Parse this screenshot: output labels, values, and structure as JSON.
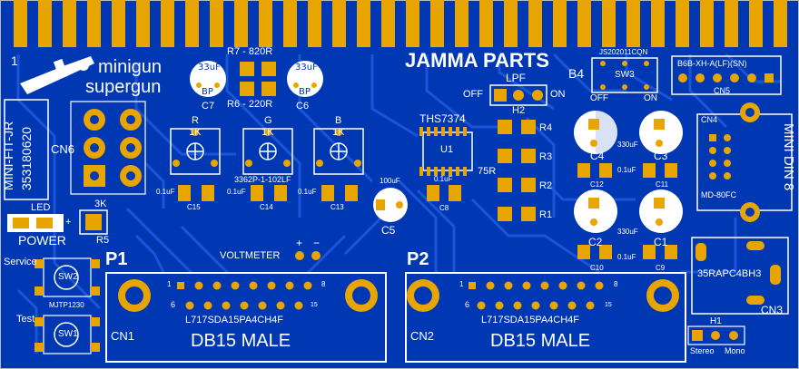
{
  "board": {
    "title": "JAMMA PARTS",
    "edge_pin_label": "1",
    "brand_line1": "minigun",
    "brand_line2": "supergun"
  },
  "labels": {
    "r7": "R7 - 820R",
    "r6": "R6 - 220R",
    "c7_val": "33uF",
    "c7_bp": "BP",
    "c7": "C7",
    "c6_val": "33uF",
    "c6_bp": "BP",
    "c6": "C6",
    "minifit_line1": "MINI-FIT-JR",
    "minifit_line2": "353180620",
    "cn6": "CN6",
    "pot_r": "R",
    "pot_g": "G",
    "pot_b": "B",
    "pot_val": "1K",
    "pot_part": "3362P-1-102LF",
    "cap_01": "0.1uF",
    "c15": "C15",
    "c14": "C14",
    "c13": "C13",
    "led": "LED",
    "led_3k": "3K",
    "power": "POWER",
    "r5": "R5",
    "ths": "THS7374",
    "u1": "U1",
    "c5_val": "100uF",
    "c5": "C5",
    "c8": "C8",
    "r75": "75R",
    "lpf": "LPF",
    "off": "OFF",
    "on": "ON",
    "h2": "H2",
    "r4": "R4",
    "r3": "R3",
    "r2": "R2",
    "r1": "R1",
    "b4": "B4",
    "js": "JS202011CQN",
    "sw3": "SW3",
    "b6b": "B6B-XH-A(LF)(SN)",
    "cn5": "CN5",
    "c4": "C4",
    "c3": "C3",
    "c2": "C2",
    "c1": "C1",
    "cap330": "330uF",
    "c12": "C12",
    "c11": "C11",
    "c10": "C10",
    "c9": "C9",
    "cn4": "CN4",
    "mini_din": "MINI DIN 8",
    "md80": "MD-80FC",
    "service": "Service",
    "test": "Test",
    "sw2": "SW2",
    "sw1": "SW1",
    "mjtp": "MJTP1230",
    "p1": "P1",
    "p2": "P2",
    "voltmeter": "VOLTMETER",
    "plus": "+",
    "minus": "−",
    "db15_pin1": "1",
    "db15_pin8": "8",
    "db15_pin6": "6",
    "db15_pin15": "15",
    "db15_part": "L717SDA15PA4CH4F",
    "db15_male": "DB15 MALE",
    "cn1": "CN1",
    "cn2": "CN2",
    "rapc": "35RAPC4BH3",
    "cn3": "CN3",
    "h1": "H1",
    "stereo": "Stereo",
    "mono": "Mono"
  },
  "colors": {
    "pcb": "#0038b4",
    "trace": "#1b54d8",
    "copper": "#e8a500",
    "silk": "#ffffff",
    "edge": "#b9b9b9"
  }
}
